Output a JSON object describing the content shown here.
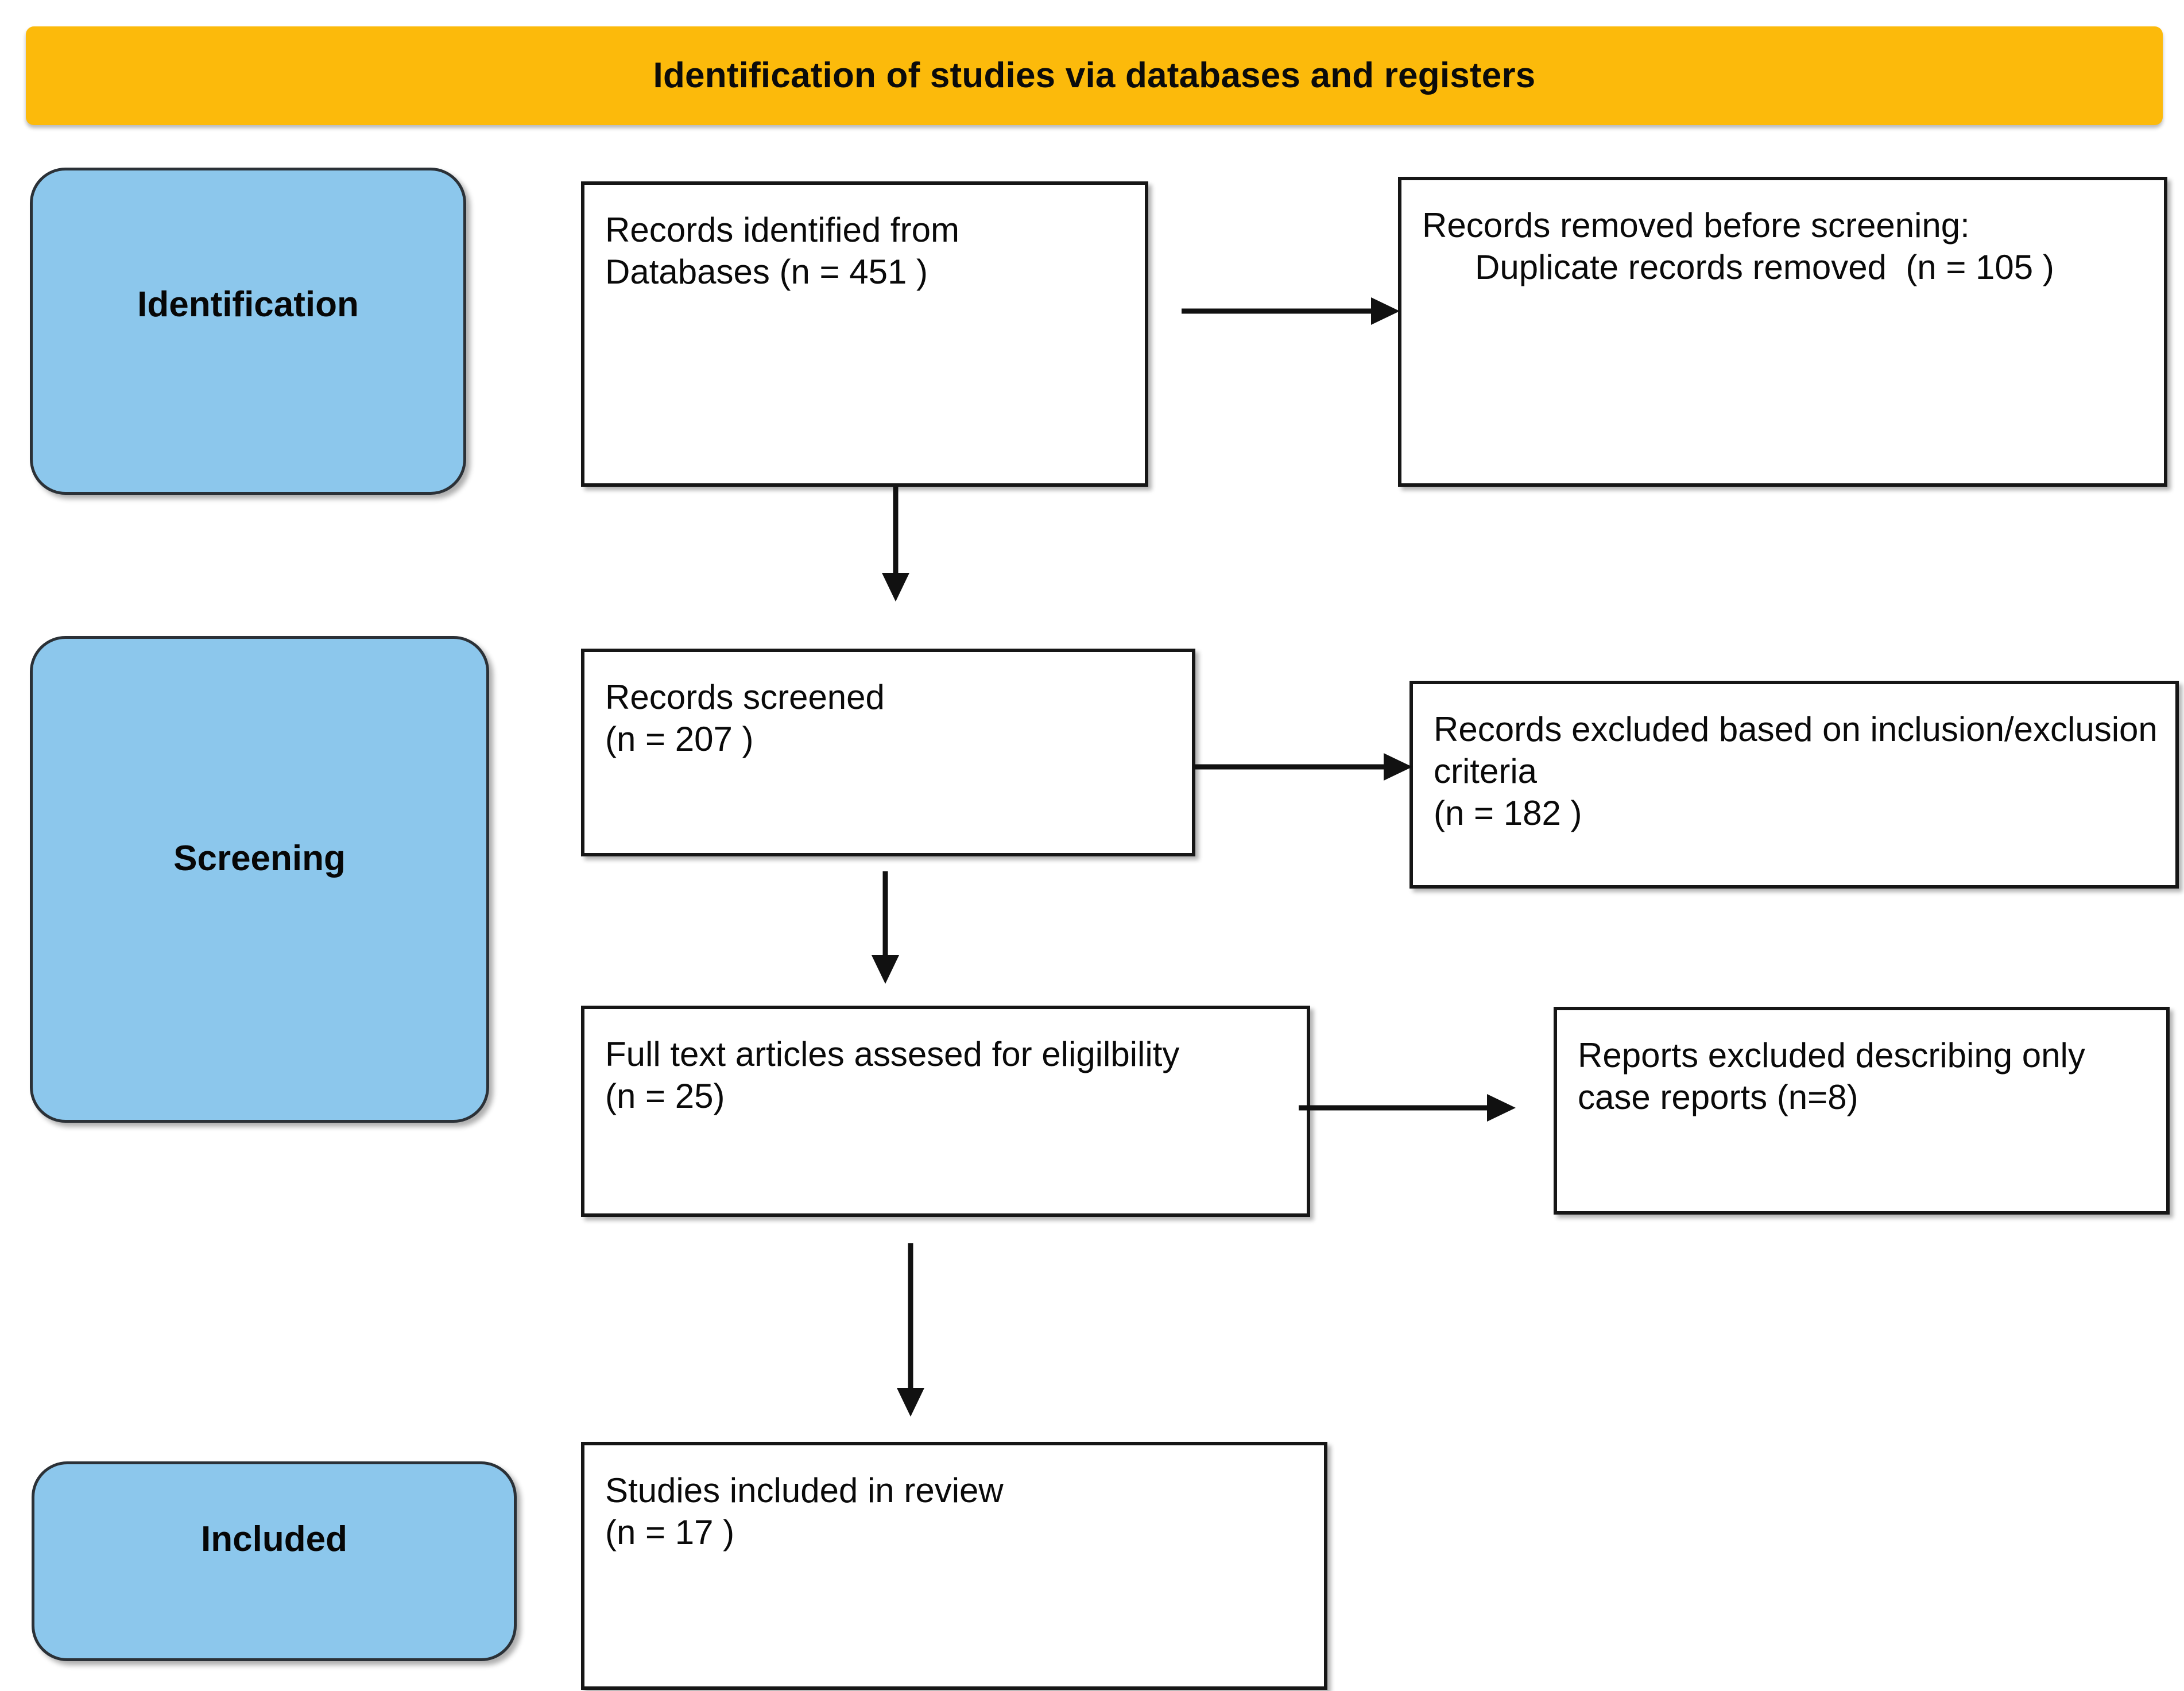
{
  "banner": {
    "title": "Identification of studies via databases and registers",
    "background_color": "#FCBA0B",
    "text_color": "#0b0b0b"
  },
  "colors": {
    "stage_fill": "#8CC7EC",
    "stage_border": "#2b3137",
    "content_border": "#161616",
    "arrow": "#111111",
    "page_background": "#ffffff"
  },
  "stages": {
    "identification": "Identification",
    "screening": "Screening",
    "included": "Included"
  },
  "boxes": {
    "records_identified": "Records identified from Databases (n = 451 )",
    "records_removed_heading": "Records removed before screening:",
    "records_removed_detail": "Duplicate records removed  (n = 105 )",
    "records_screened": "Records screened\n(n = 207 )",
    "records_excluded": "Records excluded based on inclusion/exclusion criteria\n(n = 182 )",
    "fulltext_assessed": "Full text articles assesed for eligilbility\n(n = 25)",
    "reports_excluded": "Reports excluded describing only case reports (n=8)",
    "studies_included": "Studies included in review\n(n = 17 )"
  },
  "chart_data": {
    "type": "diagram",
    "title": "Identification of studies via databases and registers",
    "diagram_kind": "PRISMA flow diagram",
    "stages": [
      "Identification",
      "Screening",
      "Included"
    ],
    "nodes": [
      {
        "id": "records_identified",
        "stage": "Identification",
        "label": "Records identified from Databases",
        "n": 451
      },
      {
        "id": "records_removed",
        "stage": "Identification",
        "label": "Records removed before screening: Duplicate records removed",
        "n": 105
      },
      {
        "id": "records_screened",
        "stage": "Screening",
        "label": "Records screened",
        "n": 207
      },
      {
        "id": "records_excluded",
        "stage": "Screening",
        "label": "Records excluded based on inclusion/exclusion criteria",
        "n": 182
      },
      {
        "id": "fulltext_assessed",
        "stage": "Screening",
        "label": "Full text articles assesed for eligilbility",
        "n": 25
      },
      {
        "id": "reports_excluded",
        "stage": "Screening",
        "label": "Reports excluded describing only case reports",
        "n": 8
      },
      {
        "id": "studies_included",
        "stage": "Included",
        "label": "Studies included in review",
        "n": 17
      }
    ],
    "edges": [
      {
        "from": "records_identified",
        "to": "records_removed",
        "direction": "right"
      },
      {
        "from": "records_identified",
        "to": "records_screened",
        "direction": "down"
      },
      {
        "from": "records_screened",
        "to": "records_excluded",
        "direction": "right"
      },
      {
        "from": "records_screened",
        "to": "fulltext_assessed",
        "direction": "down"
      },
      {
        "from": "fulltext_assessed",
        "to": "reports_excluded",
        "direction": "right"
      },
      {
        "from": "fulltext_assessed",
        "to": "studies_included",
        "direction": "down"
      }
    ]
  }
}
